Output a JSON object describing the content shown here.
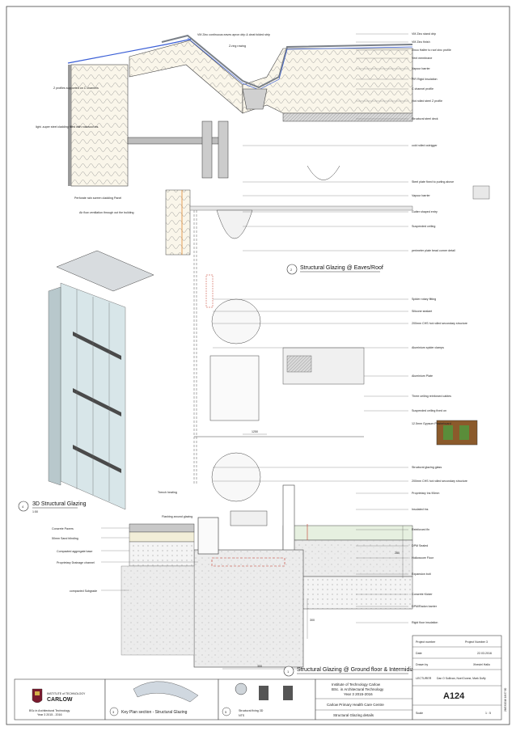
{
  "details": {
    "eaves": {
      "number": "2",
      "title": "Structural Glazing @ Eaves/Roof"
    },
    "ground": {
      "number": "1",
      "title": "Structural Glazing @ Ground floor & Intermidiate floor"
    },
    "three_d": {
      "number": "4",
      "title": "3D Structural Glazing",
      "scale": "1:50"
    },
    "plan": {
      "number": "3",
      "title": "Key Plan section - Structural Glazing"
    },
    "fixing": {
      "number": "5",
      "title": "Structural fixing 3D",
      "scale": "NTS"
    }
  },
  "labels_top_center": [
    "VM Zinc continuous eaves apron drip & cleat folded strip",
    "Z-ring rowing"
  ],
  "labels_top_left": [
    "Z profiles supported on C channels",
    "light -super steel cladding filled with rockwool ins."
  ],
  "labels_middle_left": [
    "Perforate rain screen cladding Panel",
    "Air flow ventilation through out the building"
  ],
  "labels_right": [
    "VM Zinc stand drip",
    "VM Zinc finish",
    "Zinco Halfer to roof zinc profile",
    "Vent membrane",
    "Vapour barrier",
    "PIR Rigid Insulation",
    "C channel profile",
    "Hot rolled steel Z profile",
    "Structural steel deck",
    "cold rolled outrigger",
    "Steel plate fixed to purling above",
    "Vapour barrier",
    "Gutter shaped entry",
    "Suspended ceiling",
    "perimeter plate bead corner detail",
    "Spider rotary fitting",
    "Silicone sealant",
    "200mm CHS hot rolled secondary structure",
    "Aluminium spider clamps",
    "Aluminium Plate",
    "Three ceiling reinforced cables",
    "Suspended ceiling fixed on",
    "12.5mm Gypsum Plasterboard",
    "Structural glazing glass",
    "200mm CHS hot rolled secondary structure",
    "Proprietary Ins 90mm",
    "Insulated Ins",
    "Reinforced fin",
    "DPM Sealed",
    "Hollowcore Floor",
    "Expansion bolt",
    "Concrete Kicker",
    "DPM/Radon barrier",
    "Rigid floor insulation"
  ],
  "labels_lower_center": [
    "Trench heating",
    "Flashing around glazing"
  ],
  "labels_lower_left": [
    "Concrete Pavers",
    "50mm Sand blinding",
    "Compacted aggregate base",
    "Proprietary Drainage channel",
    "compacted Subgrade"
  ],
  "dimensions": [
    "1250",
    "300",
    "300",
    "280"
  ],
  "title_block": {
    "college_lines": [
      "Institute of Technology Carlow",
      "BSc. in Architectural Technology",
      "Year 3 2015-2016"
    ],
    "logo_word": "CARLOW",
    "course_lines": [
      "BSc in Architectural Technology",
      "Year 3 2015 - 2016"
    ],
    "project_name": "Carlow Primary Health Care Centre",
    "sheet_title": "Structural Glazing details",
    "project_number_label": "Project number",
    "project_number_value": "Project Number 3",
    "date_label": "Date",
    "date_value": "22.03.2016",
    "drawn_by_label": "Drawn by",
    "drawn_by_value": "Xhesiel Hallo",
    "lecturer_label": "LECTURER",
    "lecturer_value": "Dan O Sullivan, Noel Dunne, Mark Duffy",
    "sheet_number": "A124",
    "scale_label": "Scale",
    "scale_value": "1 : 5",
    "side_code": "26/03/2016 18:57:50"
  },
  "colors": {
    "line": "#333333",
    "insulation": "#f0e6c8",
    "zinc": "#9aa0a8",
    "glass": "#cfe0e4",
    "concrete": "#e4e4e4",
    "blue_membrane": "#3b5fd6",
    "orange_dpm": "#e08a30",
    "accent_red": "#c63a2a"
  }
}
